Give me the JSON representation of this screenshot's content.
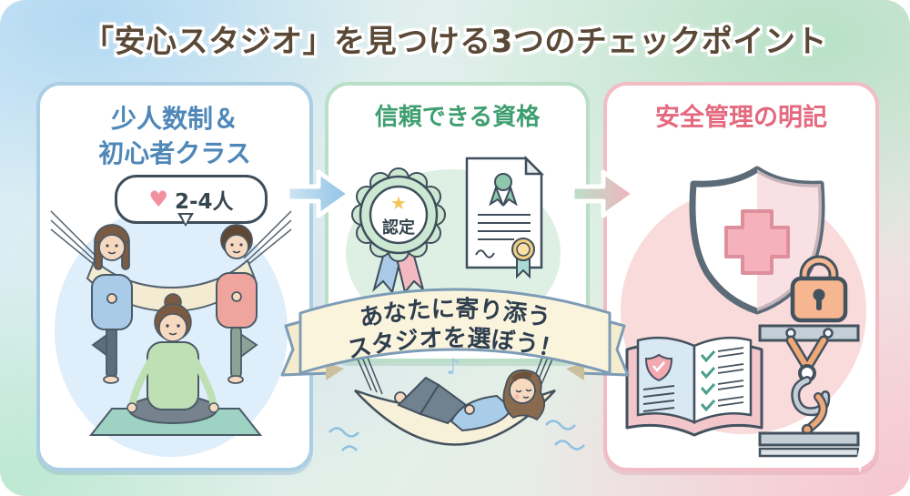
{
  "title": "「安心スタジオ」を見つける3つのチェックポイント",
  "panels": {
    "small_class": {
      "heading_line1": "少人数制＆",
      "heading_line2": "初心者クラス",
      "bubble_text": "2-4人"
    },
    "qualification": {
      "heading": "信頼できる資格",
      "badge_label": "認定"
    },
    "safety": {
      "heading": "安全管理の明記"
    }
  },
  "ribbon": {
    "line1": "あなたに寄り添う",
    "line2": "スタジオを選ぼう！"
  },
  "icons": {
    "heart": "♥",
    "star": "★",
    "music_note": "♪"
  },
  "colors": {
    "title_text": "#5b4937",
    "panel1_heading": "#4e87b8",
    "panel2_heading": "#3f9e70",
    "panel3_heading": "#e4697f",
    "panel1_border": "#aacfe4",
    "panel2_border": "#b9dfc7",
    "panel3_border": "#f3bcc5",
    "ribbon_fill": "#faf4dd",
    "arrow_blue": "#8fc2e6",
    "arrow_pink": "#f2b3bf",
    "outline_dark": "#44525f"
  }
}
